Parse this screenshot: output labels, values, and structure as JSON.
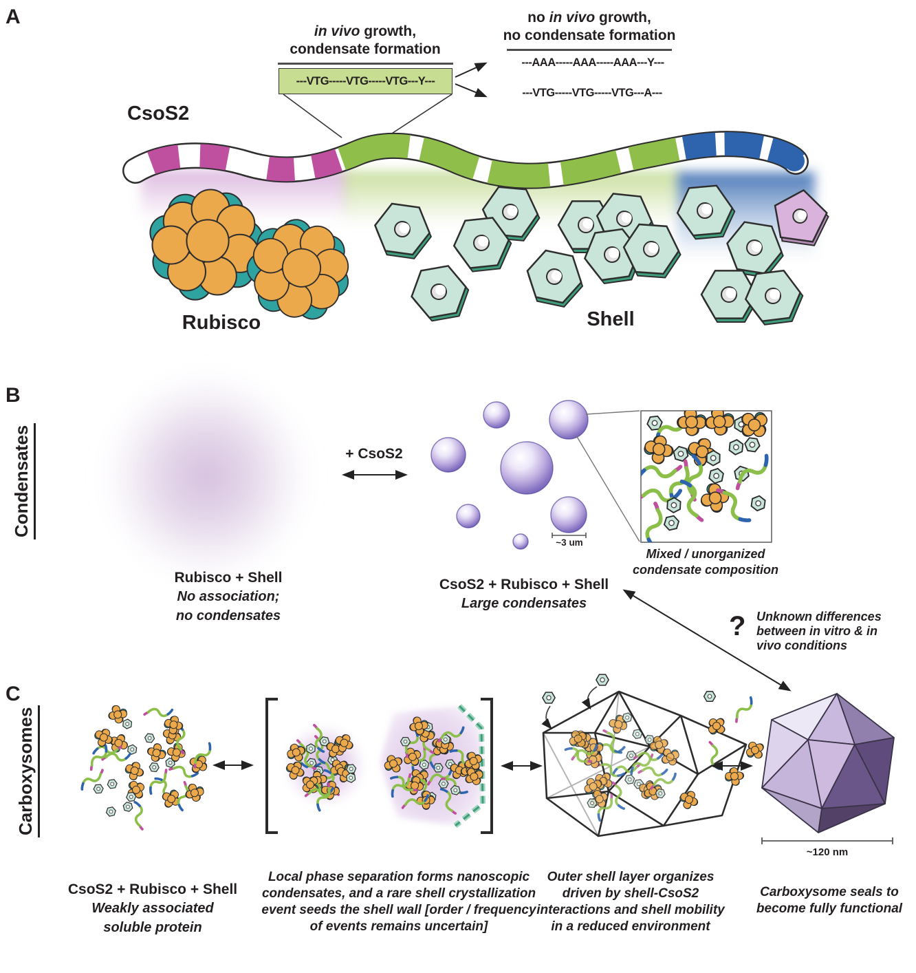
{
  "panelA": {
    "label": "A",
    "protein": "CsoS2",
    "heading_good": {
      "italic": "in vivo",
      "rest": " growth,",
      "line2": "condensate formation"
    },
    "box_seq": "---VTG-----VTG-----VTG---Y---",
    "heading_bad": {
      "pre": "no ",
      "italic": "in vivo",
      "rest": " growth,",
      "line2": "no condensate formation"
    },
    "seq_aaa": "---AAA-----AAA-----AAA---Y---",
    "seq_vtg_a": "---VTG-----VTG-----VTG---A---",
    "rubisco": "Rubisco",
    "shell": "Shell"
  },
  "panelB": {
    "label": "B",
    "side_label": "Condensates",
    "plus_label": "+ CsoS2",
    "left_caption": {
      "title": "Rubisco + Shell",
      "line1": "No association;",
      "line2": "no condensates"
    },
    "mid_caption": {
      "title": "CsoS2 + Rubisco + Shell",
      "line1": "Large condensates"
    },
    "scale": "~3 um",
    "inset_caption": {
      "line1": "Mixed / unorganized",
      "line2": "condensate composition"
    },
    "question": "?",
    "unknown": [
      "Unknown differences",
      "between in vitro & in",
      "vivo conditions"
    ]
  },
  "panelC": {
    "label": "C",
    "side_label": "Carboxysomes",
    "step1": {
      "title": "CsoS2 + Rubisco + Shell",
      "lines": [
        "Weakly associated",
        "soluble protein"
      ]
    },
    "step2": [
      "Local phase separation forms nanoscopic",
      "condensates, and a rare shell crystallization",
      "event seeds the shell wall [order / frequency",
      "of events remains uncertain]"
    ],
    "step3": [
      "Outer shell layer organizes",
      "driven by shell-CsoS2",
      "interactions and shell mobility",
      "in a reduced environment"
    ],
    "step4": [
      "Carboxysome seals to",
      "become fully functional"
    ],
    "scale": "~120 nm"
  },
  "palette": {
    "magenta_region": "#bf4f9f",
    "green_region": "#8fbe4b",
    "blue_region": "#2e64ae",
    "green_box_bg": "#c7dd92",
    "shell_fill": "#cbe6da",
    "shell_edge": "#3f9e7c",
    "rubisco_orange": "#eca94b",
    "rubisco_teal": "#2fa3a0",
    "pentamer_pink": "#d9b3dc",
    "condensate_purple": "#6f5cb3",
    "ink": "#231f20"
  }
}
